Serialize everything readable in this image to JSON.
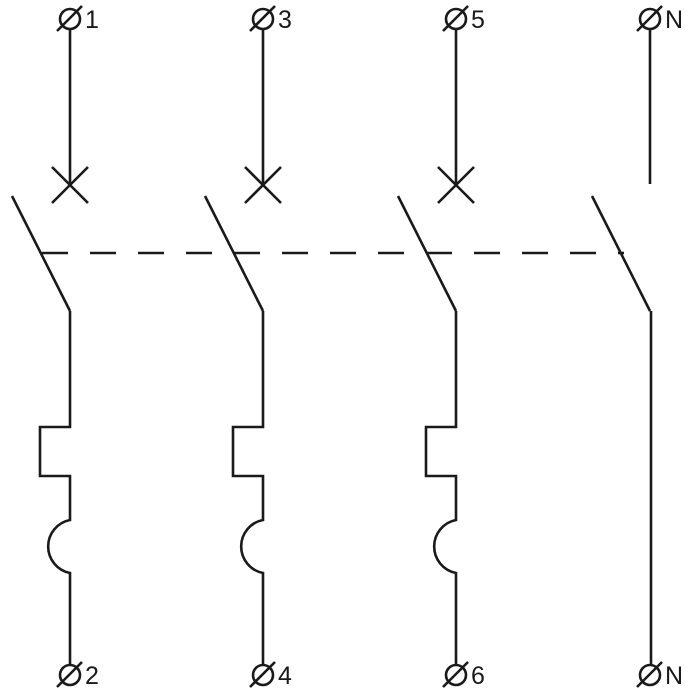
{
  "diagram": {
    "type": "4-pole circuit breaker (3P+N) schematic",
    "line_color": "#1a1a1a",
    "poles": [
      {
        "id": "L1",
        "top_label": "1",
        "bottom_label": "2",
        "has_trip": true,
        "has_thermal_magnetic": true
      },
      {
        "id": "L2",
        "top_label": "3",
        "bottom_label": "4",
        "has_trip": true,
        "has_thermal_magnetic": true
      },
      {
        "id": "L3",
        "top_label": "5",
        "bottom_label": "6",
        "has_trip": true,
        "has_thermal_magnetic": true
      },
      {
        "id": "N",
        "top_label": "N",
        "bottom_label": "N",
        "has_trip": false,
        "has_thermal_magnetic": false
      }
    ],
    "mechanical_link": "dashed"
  }
}
